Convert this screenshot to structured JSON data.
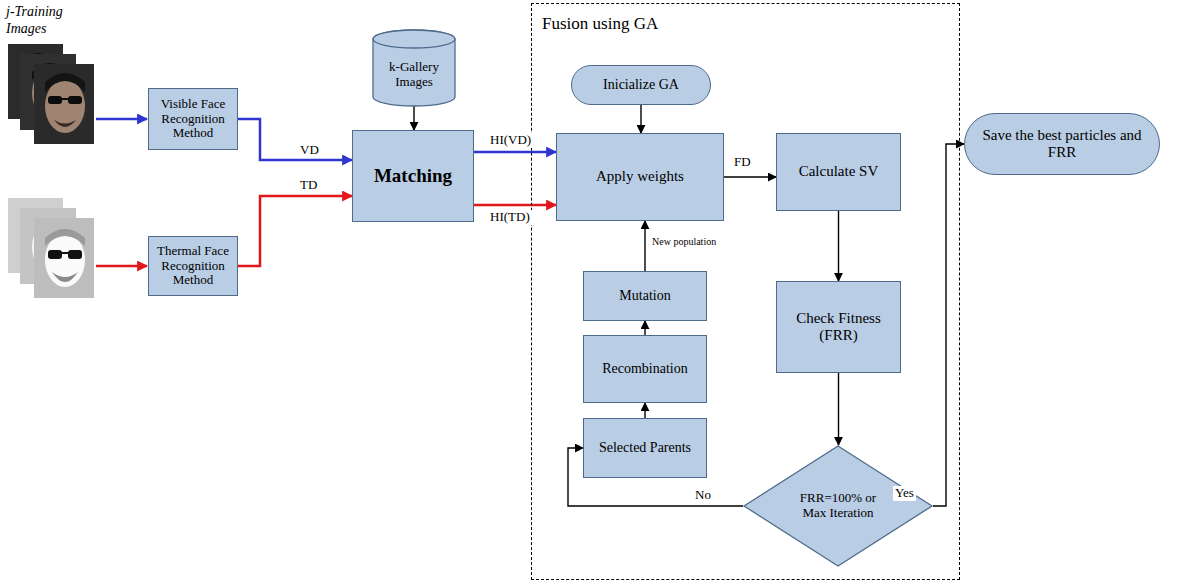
{
  "diagram": {
    "nodes": [
      {
        "text": [
          "Visible Face Recognition Method"
        ]
      },
      {
        "text": [
          "Thermal Face Recognition Method"
        ]
      },
      {
        "text": [
          "k-Gallery Images"
        ]
      },
      {
        "text": [
          "Matching"
        ]
      },
      {
        "text": [
          "Fusion using GA"
        ]
      },
      {
        "text": [
          "Inicialize GA"
        ],
        "in": 4
      },
      {
        "text": [
          "Apply weights"
        ],
        "in": 4
      },
      {
        "text": [
          "Calculate SV"
        ],
        "in": 4
      },
      {
        "text": [
          "Mutation"
        ],
        "in": 4
      },
      {
        "text": [
          "Recombination"
        ],
        "in": 4
      },
      {
        "text": [
          "Selected Parents"
        ],
        "in": 4
      },
      {
        "text": [
          "Check Fitness (FRR)"
        ],
        "in": 4
      },
      {
        "text": [
          "FRR=100% or Max Iteration"
        ],
        "in": 4
      },
      {
        "text": [
          "Save the best particles and FRR"
        ]
      }
    ],
    "edges": [
      {
        "from": 0,
        "to": 3,
        "label": "VD",
        "arrow": "to"
      },
      {
        "from": 1,
        "to": 3,
        "label": "TD",
        "arrow": "to"
      },
      {
        "from": 2,
        "to": 3,
        "arrow": "to"
      },
      {
        "from": 3,
        "to": 6,
        "label": "HI(VD)",
        "arrow": "to"
      },
      {
        "from": 3,
        "to": 6,
        "label": "HI(TD)",
        "arrow": "to"
      },
      {
        "from": 5,
        "to": 6,
        "arrow": "to"
      },
      {
        "from": 6,
        "to": 7,
        "label": "FD",
        "arrow": "to"
      },
      {
        "from": 7,
        "to": 11,
        "arrow": "to"
      },
      {
        "from": 11,
        "to": 12,
        "arrow": "to"
      },
      {
        "from": 12,
        "to": 10,
        "label": "No",
        "arrow": "to"
      },
      {
        "from": 12,
        "to": 13,
        "label": "Yes",
        "arrow": "to"
      },
      {
        "from": 10,
        "to": 9,
        "arrow": "to"
      },
      {
        "from": 9,
        "to": 8,
        "arrow": "to"
      },
      {
        "from": 8,
        "to": 6,
        "label": "New population",
        "arrow": "to"
      }
    ],
    "labels": [
      "j-Training Images"
    ]
  }
}
